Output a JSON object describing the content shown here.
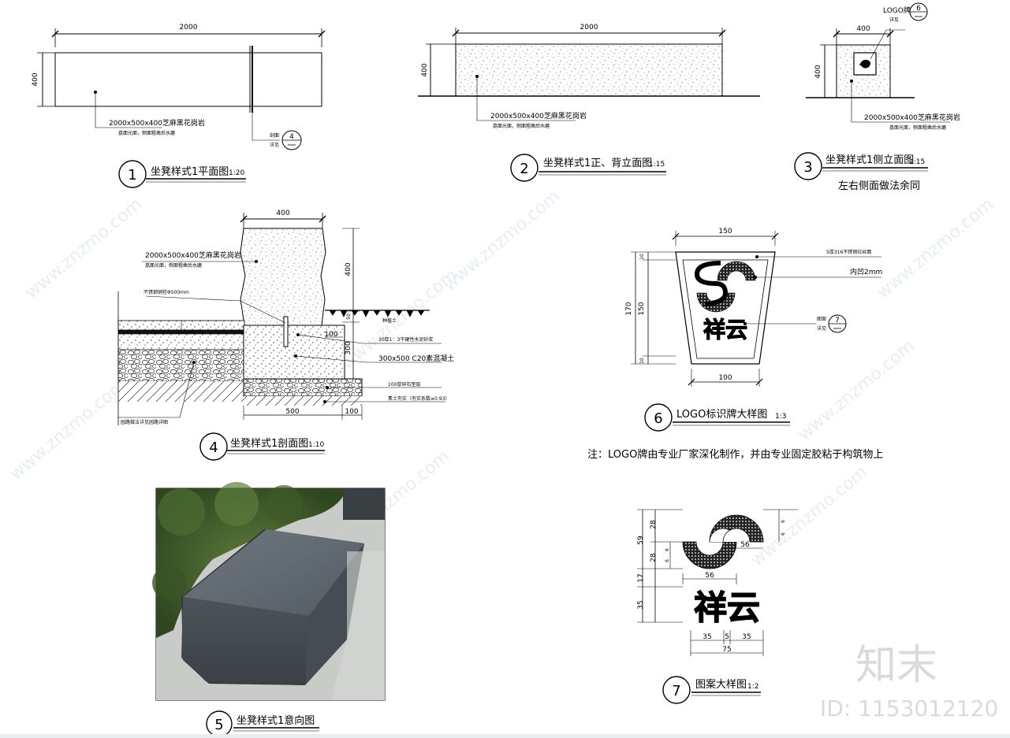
{
  "watermark": {
    "site": "www.znzmo.com",
    "brand": "知末",
    "id_text": "ID: 1153012120"
  },
  "fig1": {
    "dim_len": "2000",
    "dim_h": "400",
    "material_1": "2000x500x400芝麻黑花岗岩",
    "material_2": "荔面光面，侧面粗凿后水磨",
    "ref_1": "剖面",
    "ref_2": "详见",
    "ref_num": "4",
    "num": "1",
    "title": "坐凳样式1平面图",
    "scale": "1:20"
  },
  "fig2": {
    "dim_len": "2000",
    "dim_h": "400",
    "material_1": "2000x500x400芝麻黑花岗岩",
    "material_2": "荔面光面，侧面粗凿后水磨",
    "num": "2",
    "title": "坐凳样式1正、背立面图",
    "scale": "1:15"
  },
  "fig3": {
    "dim_len": "400",
    "dim_h": "400",
    "logo_ref": "LOGO牌",
    "ref_2": "详见",
    "ref_num": "6",
    "material_1": "2000x500x400芝麻黑花岗岩",
    "material_2": "荔面光面，侧面粗凿后水磨",
    "num": "3",
    "title": "坐凳样式1侧立面图",
    "scale": "1:15",
    "note": "左右侧面做法余同"
  },
  "fig4": {
    "dim_top": "400",
    "dim_h400": "400",
    "dim_50": "50",
    "dim_300": "300",
    "dim_100a": "100",
    "dim_500": "500",
    "dim_100b": "100",
    "material_1": "2000x500x400芝麻黑花岗岩",
    "material_2": "荔面光面，侧面粗凿后水磨",
    "pin": "不锈钢销栓Φ500mm",
    "grass": "种植土",
    "layer_1": "30厚1：3干硬性水泥砂浆",
    "layer_2": "300x500 C20素混凝土",
    "layer_3": "100厚碎石垫层",
    "layer_4": "素土夯实（夯实系数≥0.93）",
    "pave_ref": "园路做法详见园路详图",
    "num": "4",
    "title": "坐凳样式1剖面图",
    "scale": "1:10"
  },
  "fig5": {
    "num": "5",
    "title": "坐凳样式1意向图"
  },
  "fig6": {
    "dim_top": "150",
    "dim_bottom": "100",
    "dim_170": "170",
    "dim_150": "150",
    "dim_10a": "10",
    "dim_10b": "10",
    "callout_1": "5厚316不锈钢拉丝面",
    "callout_2": "内凹2mm",
    "callout_3a": "图案",
    "callout_3b": "详见",
    "ref_num": "7",
    "num": "6",
    "title": "LOGO标识牌大样图",
    "scale": "1:3",
    "note": "注：LOGO牌由专业厂家深化制作，并由专业固定胶粘于构筑物上"
  },
  "fig7": {
    "dims_left": [
      "28",
      "59",
      "28",
      "17",
      "35"
    ],
    "dims_small": [
      "6",
      "6",
      "6",
      "6"
    ],
    "dim_56a": "56",
    "dim_56b": "56",
    "dim_35a": "35",
    "dim_5": "5",
    "dim_35b": "35",
    "dim_75": "75",
    "num": "7",
    "title": "图案大样图",
    "scale": "1:2"
  }
}
